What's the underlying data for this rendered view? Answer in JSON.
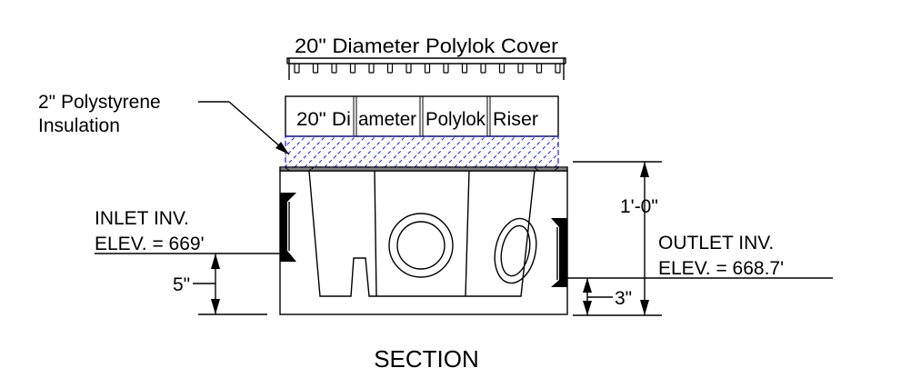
{
  "cover_label": "20\" Diameter Polylok Cover",
  "riser_label": {
    "part1": "20\" Di",
    "part2": "ameter",
    "part3": "Polylok",
    "part4": "Riser"
  },
  "insulation_label": {
    "line1": "2\" Polystyrene",
    "line2": "Insulation"
  },
  "inlet_label": {
    "line1": "INLET INV.",
    "line2": "ELEV. = 669'"
  },
  "outlet_label": {
    "line1": "OUTLET INV.",
    "line2": "ELEV. = 668.7'"
  },
  "dim_height": "1'-0\"",
  "dim_inlet": "5\"",
  "dim_outlet": "3\"",
  "section_title": "SECTION",
  "colors": {
    "line": "#000000",
    "hatch": "#1a1ad9"
  }
}
